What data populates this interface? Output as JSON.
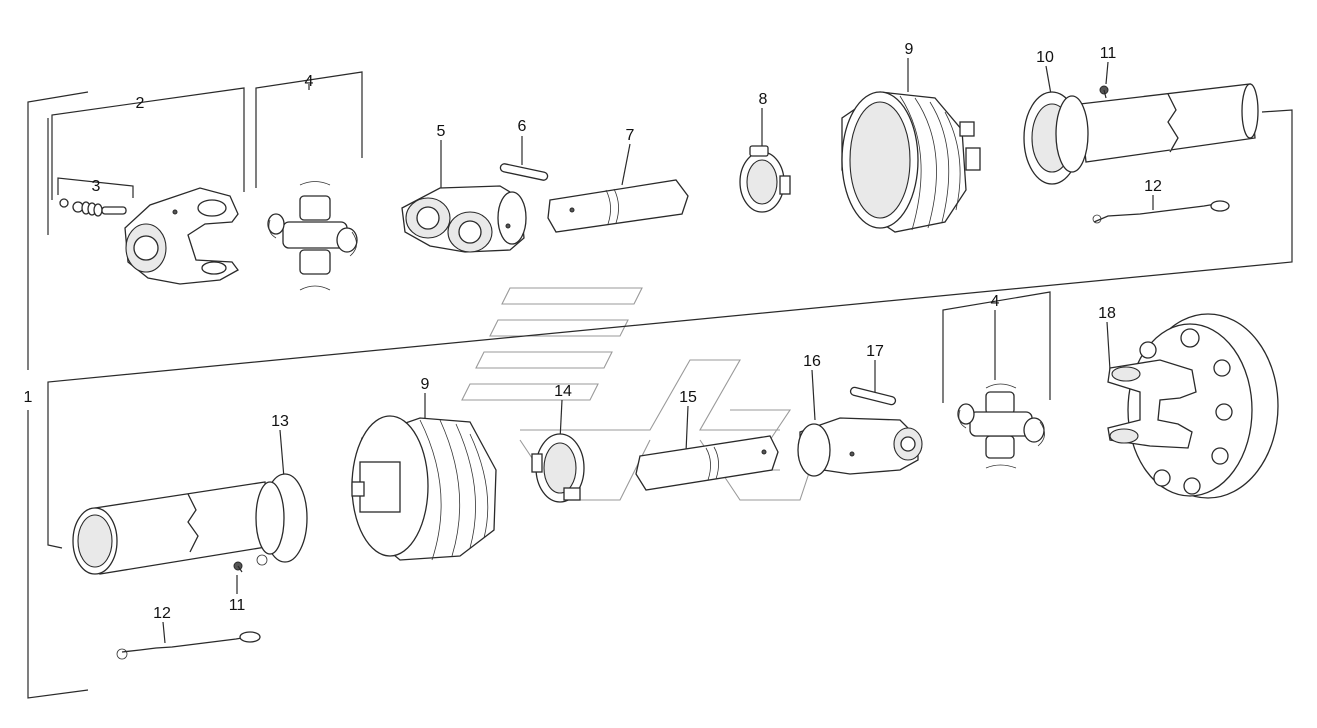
{
  "diagram": {
    "callouts": {
      "c1": "1",
      "c2": "2",
      "c3": "3",
      "c4_top": "4",
      "c5": "5",
      "c6": "6",
      "c7": "7",
      "c8": "8",
      "c9_top": "9",
      "c10": "10",
      "c11_top": "11",
      "c12_top": "12",
      "c9_bottom": "9",
      "c13": "13",
      "c11_bottom": "11",
      "c12_bottom": "12",
      "c14": "14",
      "c15": "15",
      "c16": "16",
      "c17": "17",
      "c4_bottom": "4",
      "c18": "18"
    }
  }
}
